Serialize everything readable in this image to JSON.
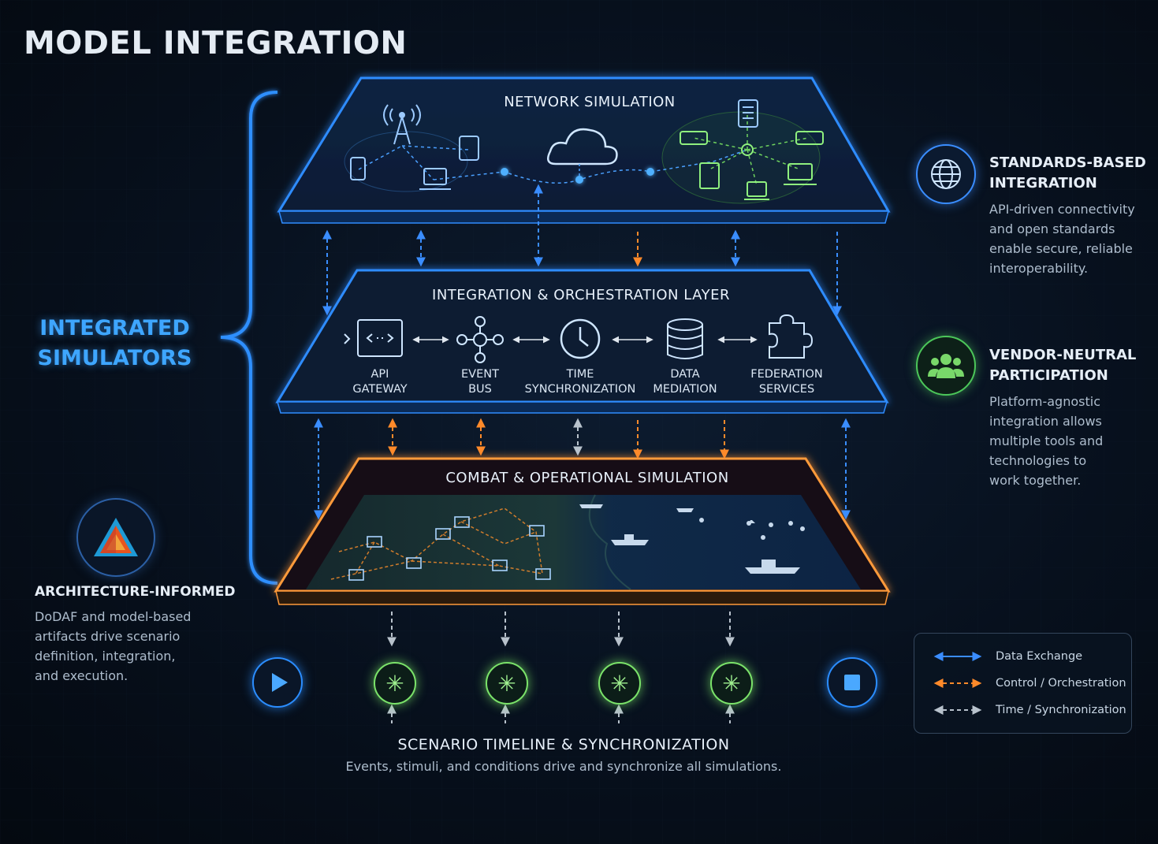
{
  "page_title": "MODEL INTEGRATION",
  "group_label": "INTEGRATED\nSIMULATORS",
  "layers": {
    "network": {
      "title": "NETWORK SIMULATION"
    },
    "orchestration": {
      "title": "INTEGRATION & ORCHESTRATION LAYER",
      "components": [
        {
          "label": "API\nGATEWAY",
          "icon": "api-gateway-icon"
        },
        {
          "label": "EVENT\nBUS",
          "icon": "event-bus-icon"
        },
        {
          "label": "TIME\nSYNCHRONIZATION",
          "icon": "clock-icon"
        },
        {
          "label": "DATA\nMEDIATION",
          "icon": "database-icon"
        },
        {
          "label": "FEDERATION\nSERVICES",
          "icon": "puzzle-icon"
        }
      ]
    },
    "combat": {
      "title": "COMBAT & OPERATIONAL SIMULATION"
    }
  },
  "side_features": [
    {
      "heading": "STANDARDS-BASED\nINTEGRATION",
      "body": "API-driven connectivity\nand open standards\nenable secure, reliable\ninteroperability.",
      "icon": "globe-icon",
      "color": "#3a8dff"
    },
    {
      "heading": "VENDOR-NEUTRAL\nPARTICIPATION",
      "body": "Platform-agnostic\nintegration allows\nmultiple tools and\ntechnologies to\nwork together.",
      "icon": "people-icon",
      "color": "#4cc75a"
    }
  ],
  "architecture": {
    "heading": "ARCHITECTURE-INFORMED",
    "body": "DoDAF and model-based\nartifacts drive scenario\ndefinition, integration,\nand execution.",
    "icon": "triangle-logo-icon"
  },
  "timeline": {
    "title": "SCENARIO TIMELINE & SYNCHRONIZATION",
    "subtitle": "Events, stimuli, and conditions drive and synchronize all simulations.",
    "start_icon": "play-icon",
    "end_icon": "stop-icon",
    "event_icon": "event-star-icon",
    "event_count": 4
  },
  "legend": [
    {
      "label": "Data Exchange",
      "color": "#3a8dff"
    },
    {
      "label": "Control / Orchestration",
      "color": "#ff8a2a"
    },
    {
      "label": "Time / Synchronization",
      "color": "#b8c2cc"
    }
  ],
  "colors": {
    "data": "#3a8dff",
    "control": "#ff8a2a",
    "time": "#b8c2cc",
    "event": "#7be36a",
    "group": "#3ea6ff"
  }
}
